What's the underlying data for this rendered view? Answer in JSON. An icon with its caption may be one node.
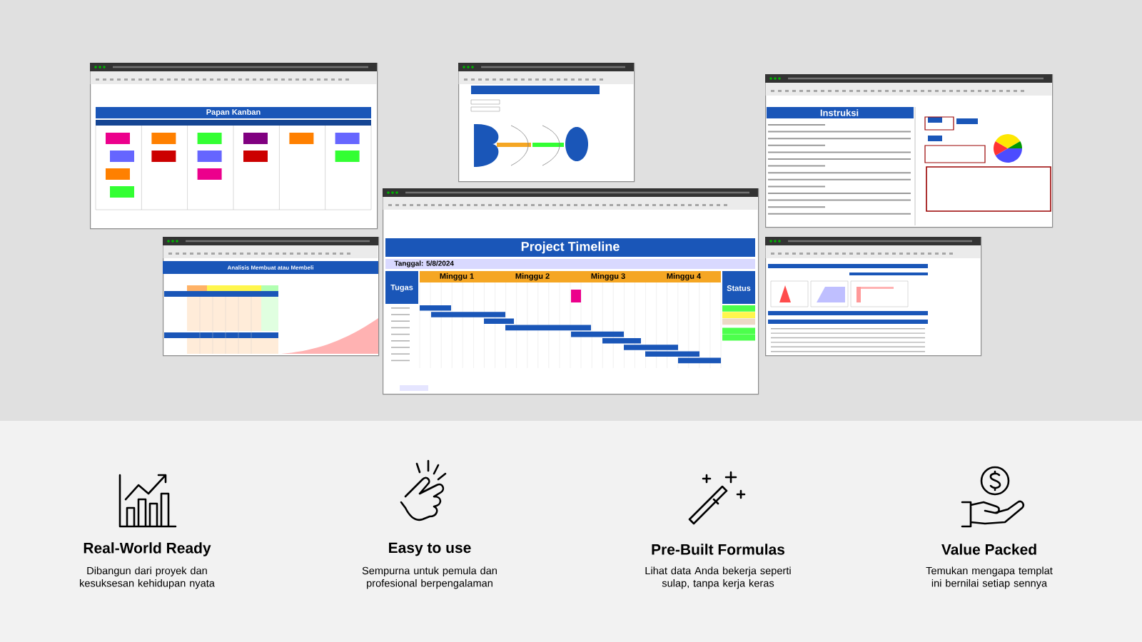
{
  "diagram": {
    "nodes": [
      {
        "text": [
          "Papan Kanban"
        ]
      },
      {
        "text": [],
        "shape": "picture"
      },
      {
        "text": [
          "Instruksi"
        ]
      },
      {
        "text": [
          "Analisis Membuat atau Membeli"
        ]
      },
      {
        "text": [
          "Project Timeline",
          "Tanggal: 5/8/2024",
          "Tugas",
          "Minggu 1",
          "Minggu 2",
          "Minggu 3",
          "Minggu 4",
          "Status"
        ]
      },
      {
        "text": [],
        "shape": "picture"
      }
    ],
    "labels": [
      "Real-World Ready",
      "Dibangun dari proyek dan kesuksesan kehidupan nyata",
      "Easy to use",
      "Sempurna untuk pemula dan profesional berpengalaman",
      "Pre-Built Formulas",
      "Lihat data Anda bekerja seperti sulap, tanpa kerja keras",
      "Value Packed",
      "Temukan mengapa templat ini bernilai setiap sennya"
    ]
  }
}
